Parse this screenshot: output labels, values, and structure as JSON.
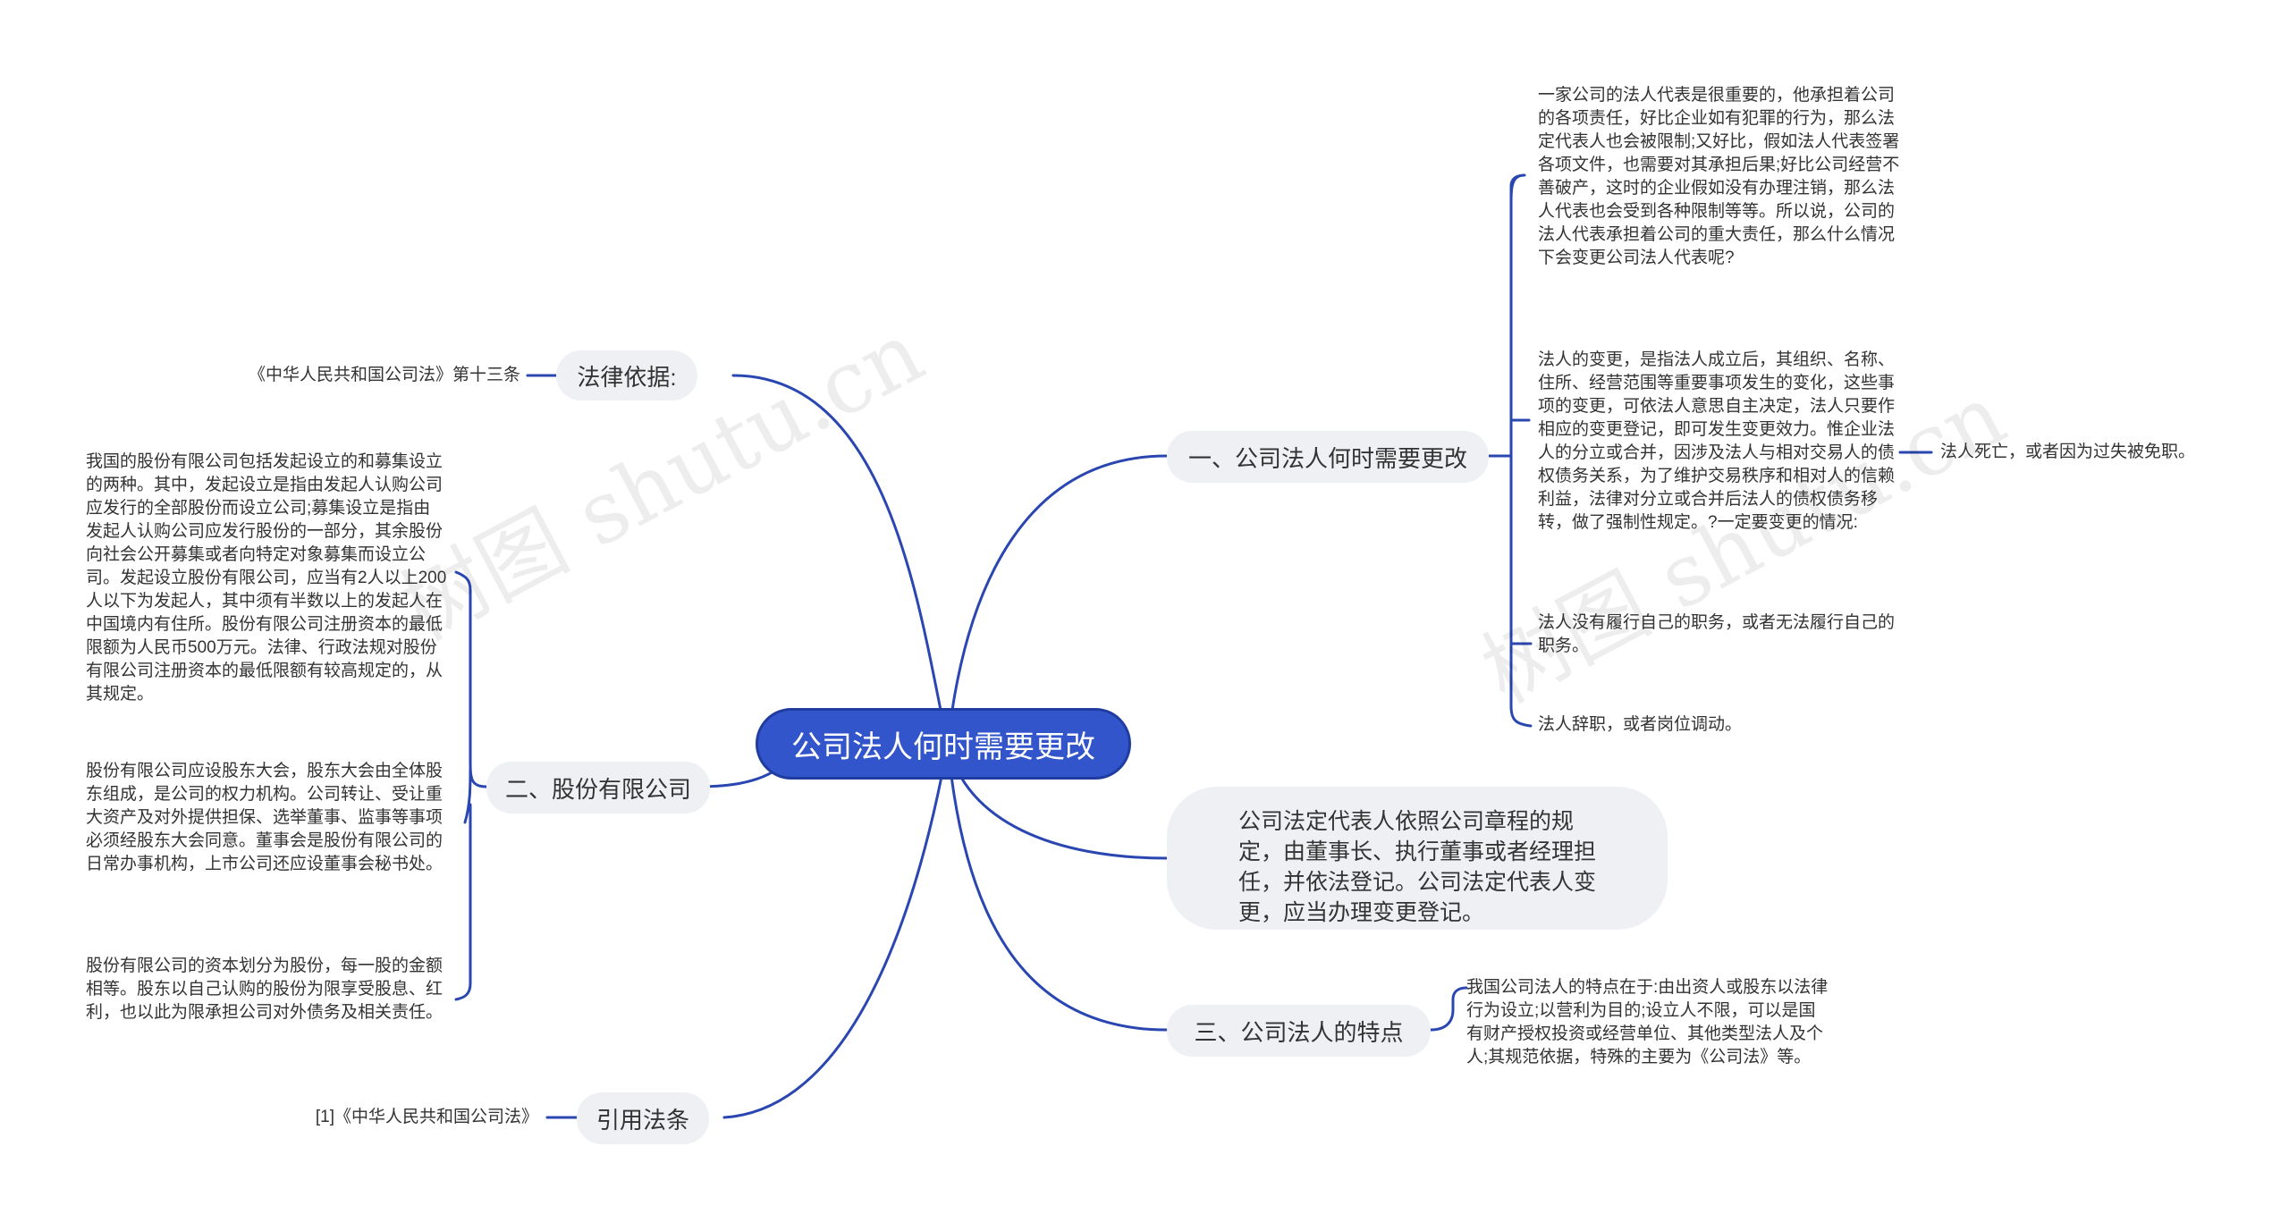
{
  "root": {
    "label": "公司法人何时需要更改"
  },
  "branches": {
    "legal_basis": {
      "label": "法律依据:",
      "items": [
        "《中华人民共和国公司法》第十三条"
      ]
    },
    "joint_stock": {
      "label": "二、股份有限公司",
      "items": [
        "我国的股份有限公司包括发起设立的和募集设立的两种。其中，发起设立是指由发起人认购公司应发行的全部股份而设立公司;募集设立是指由发起人认购公司应发行股份的一部分，其余股份向社会公开募集或者向特定对象募集而设立公司。发起设立股份有限公司，应当有2人以上200人以下为发起人，其中须有半数以上的发起人在中国境内有住所。股份有限公司注册资本的最低限额为人民币500万元。法律、行政法规对股份有限公司注册资本的最低限额有较高规定的，从其规定。",
        "股份有限公司应设股东大会，股东大会由全体股东组成，是公司的权力机构。公司转让、受让重大资产及对外提供担保、选举董事、监事等事项必须经股东大会同意。董事会是股份有限公司的日常办事机构，上市公司还应设董事会秘书处。",
        "股份有限公司的资本划分为股份，每一股的金额相等。股东以自己认购的股份为限享受股息、红利，也以此为限承担公司对外债务及相关责任。"
      ]
    },
    "citation": {
      "label": "引用法条",
      "items": [
        "[1]《中华人民共和国公司法》"
      ]
    },
    "when_change": {
      "label": "一、公司法人何时需要更改",
      "items": [
        "一家公司的法人代表是很重要的，他承担着公司的各项责任，好比企业如有犯罪的行为，那么法定代表人也会被限制;又好比，假如法人代表签署各项文件，也需要对其承担后果;好比公司经营不善破产，这时的企业假如没有办理注销，那么法人代表也会受到各种限制等等。所以说，公司的法人代表承担着公司的重大责任，那么什么情况下会变更公司法人代表呢?",
        "法人的变更，是指法人成立后，其组织、名称、住所、经营范围等重要事项发生的变化，这些事项的变更，可依法人意思自主决定，法人只要作相应的变更登记，即可发生变更效力。惟企业法人的分立或合并，因涉及法人与相对交易人的债权债务关系，为了维护交易秩序和相对人的信赖利益，法律对分立或合并后法人的债权债务移转，做了强制性规定。?一定要变更的情况:",
        "法人没有履行自己的职务，或者无法履行自己的职务。",
        "法人辞职，或者岗位调动。"
      ],
      "sub_item": "法人死亡，或者因为过失被免职。"
    },
    "registration": {
      "label": "公司法定代表人依照公司章程的规定，由董事长、执行董事或者经理担任，并依法登记。公司法定代表人变更，应当办理变更登记。"
    },
    "features": {
      "label": "三、公司法人的特点",
      "items": [
        "我国公司法人的特点在于:由出资人或股东以法律行为设立;以营利为目的;设立人不限，可以是国有财产授权投资或经营单位、其他类型法人及个人;其规范依据，特殊的主要为《公司法》等。"
      ]
    }
  },
  "watermarks": [
    "树图 shutu.cn",
    "树图 shutu.cn"
  ],
  "colors": {
    "link": "#2a46b0",
    "root_bg": "#3355cc",
    "branch_bg": "#eef0f3",
    "text": "#333333"
  }
}
